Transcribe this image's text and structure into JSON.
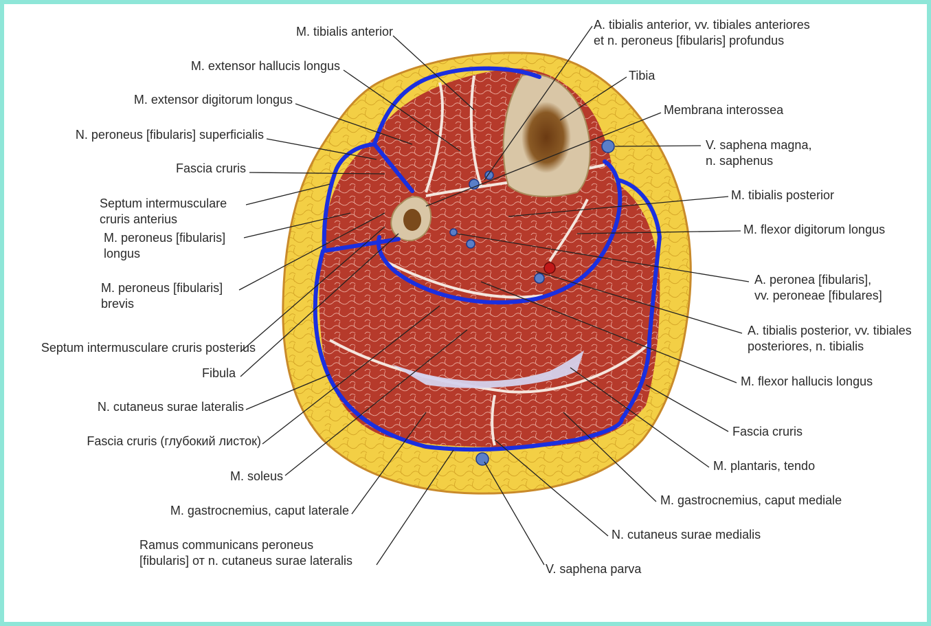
{
  "labels": {
    "tibialis_anterior": [
      "M. tibialis anterior"
    ],
    "ext_hallucis": [
      "M. extensor hallucis longus"
    ],
    "ext_digitorum": [
      "M. extensor digitorum longus"
    ],
    "peroneus_superficialis": [
      "N. peroneus [fibularis] superficialis"
    ],
    "fascia_cruris_left": [
      "Fascia cruris"
    ],
    "septum_anterius": [
      "Septum intermusculare",
      "cruris anterius"
    ],
    "peroneus_longus": [
      "M. peroneus [fibularis]",
      "longus"
    ],
    "peroneus_brevis": [
      "M. peroneus [fibularis]",
      "brevis"
    ],
    "septum_posterius": [
      "Septum intermusculare cruris posterius"
    ],
    "fibula": [
      "Fibula"
    ],
    "cutaneus_surae_lat": [
      "N. cutaneus surae lateralis"
    ],
    "fascia_cruris_deep": [
      "Fascia cruris (глубокий листок)"
    ],
    "soleus": [
      "M. soleus"
    ],
    "gastro_lat": [
      "M. gastrocnemius, caput laterale"
    ],
    "ramus_communicans": [
      "Ramus communicans peroneus",
      "[fibularis] от n. cutaneus surae lateralis"
    ],
    "tibialis_ant_vessels": [
      "A. tibialis anterior, vv. tibiales anteriores",
      "et n. peroneus [fibularis] profundus"
    ],
    "tibia": [
      "Tibia"
    ],
    "membrana": [
      "Membrana interossea"
    ],
    "saphena_magna": [
      "V. saphena magna,",
      "n. saphenus"
    ],
    "tibialis_posterior": [
      "M. tibialis posterior"
    ],
    "flexor_digitorum": [
      "M. flexor digitorum longus"
    ],
    "peronea": [
      "A. peronea [fibularis],",
      "vv. peroneae [fibulares]"
    ],
    "tibialis_post_vessels": [
      "A. tibialis posterior, vv. tibiales",
      "posteriores, n. tibialis"
    ],
    "flexor_hallucis": [
      "M. flexor hallucis longus"
    ],
    "fascia_cruris_right": [
      "Fascia cruris"
    ],
    "plantaris": [
      "M. plantaris, tendo"
    ],
    "gastro_med": [
      "M. gastrocnemius, caput mediale"
    ],
    "cutaneus_surae_med": [
      "N. cutaneus surae medialis"
    ],
    "saphena_parva": [
      "V. saphena parva"
    ]
  },
  "colors": {
    "frame": "#8ee6d8",
    "skin_fat": "#f0c93e",
    "skin_edge": "#c98a2a",
    "muscle": "#b8392a",
    "muscle_line": "#e8a99a",
    "bone": "#d9c6a6",
    "marrow": "#7a4a1c",
    "compartment_outline": "#1a2fe0",
    "vessel_blue": "#5a7fc8",
    "vessel_red": "#c01818",
    "tendon": "#c9c6e6"
  }
}
